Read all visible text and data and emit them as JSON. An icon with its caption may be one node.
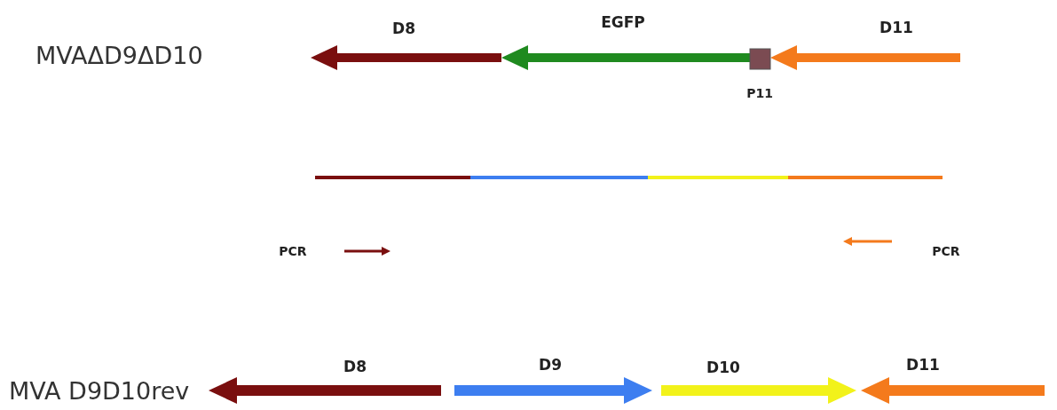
{
  "diagram": {
    "labels": [
      "D8",
      "EGFP",
      "D11",
      "MVAΔD9ΔD10",
      "P11",
      "PCR",
      "PCR",
      "D8",
      "D9",
      "D10",
      "D11",
      "MVA D9D10rev"
    ]
  }
}
